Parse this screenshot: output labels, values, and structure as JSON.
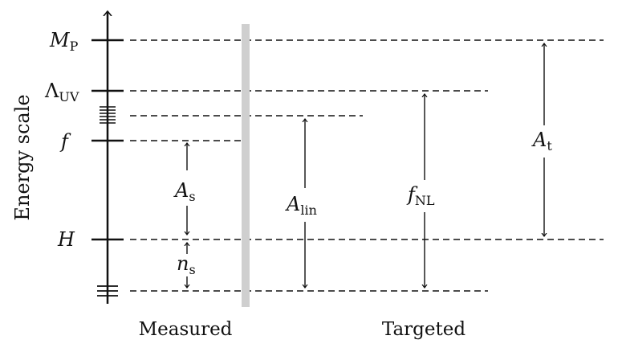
{
  "axis": {
    "title": "Energy scale"
  },
  "scales": {
    "planck": {
      "symbol": "M",
      "sub": "P"
    },
    "uv": {
      "symbol": "Λ",
      "sub": "UV"
    },
    "f": {
      "symbol": "f"
    },
    "hubble": {
      "symbol": "H"
    }
  },
  "intervals": {
    "a_s": {
      "symbol": "A",
      "sub": "s"
    },
    "n_s": {
      "symbol": "n",
      "sub": "s"
    },
    "a_lin": {
      "symbol": "A",
      "sub": "lin"
    },
    "f_nl": {
      "symbol": "f",
      "sub": "NL"
    },
    "a_t": {
      "symbol": "A",
      "sub": "t"
    }
  },
  "sections": {
    "measured": "Measured",
    "targeted": "Targeted"
  },
  "colors": {
    "ink": "#111111",
    "divider": "#cfcfcf"
  }
}
